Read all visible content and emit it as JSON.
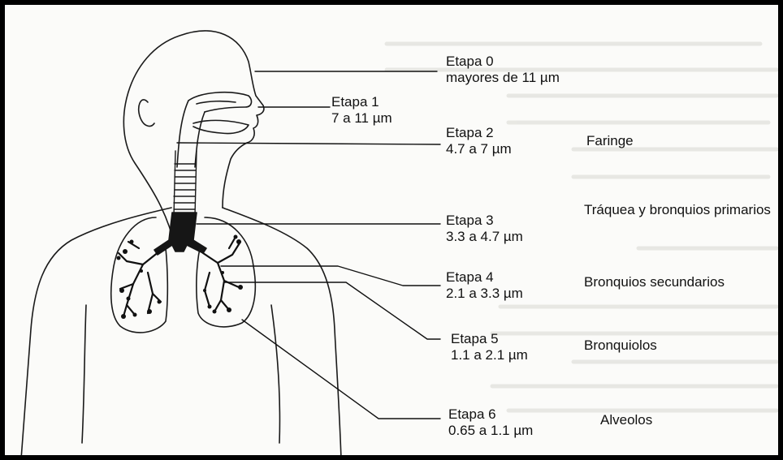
{
  "stages": [
    {
      "name": "Etapa 0",
      "range": "mayores de 11 µm",
      "region": ""
    },
    {
      "name": "Etapa 1",
      "range": "7 a 11 µm",
      "region": ""
    },
    {
      "name": "Etapa 2",
      "range": "4.7 a 7 µm",
      "region": "Faringe"
    },
    {
      "name": "Etapa 3",
      "range": "3.3 a 4.7 µm",
      "region": "Tráquea y bronquios primarios"
    },
    {
      "name": "Etapa 4",
      "range": "2.1 a 3.3 µm",
      "region": "Bronquios secundarios"
    },
    {
      "name": "Etapa 5",
      "range": "1.1 a 2.1 µm",
      "region": "Bronquiolos"
    },
    {
      "name": "Etapa 6",
      "range": "0.65 a 1.1 µm",
      "region": "Alveolos"
    }
  ],
  "colors": {
    "ink": "#111111",
    "border": "#000000",
    "background": "#fbfbf9"
  }
}
